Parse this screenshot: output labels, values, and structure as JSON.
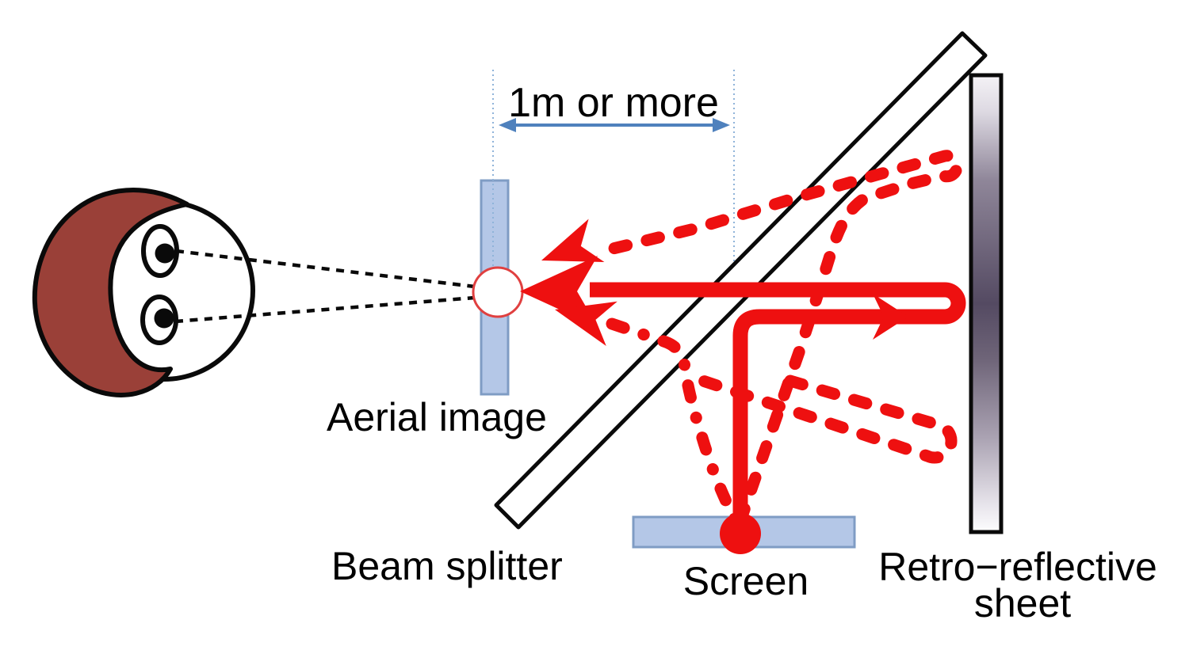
{
  "labels": {
    "dimension": "1m or more",
    "aerial_image": "Aerial image",
    "beam_splitter": "Beam splitter",
    "screen": "Screen",
    "retro_sheet_line1": "Retro−reflective",
    "retro_sheet_line2": "sheet"
  },
  "colors": {
    "ray_red": "#ee1010",
    "panel_fill_blue": "#b4c7e7",
    "panel_border_blue": "#7f9cc4",
    "dimension_blue": "#4f81bd",
    "guide_dotted_blue": "#8fb3d9",
    "hair_brown": "#9a4038",
    "outline_black": "#0a0a0a",
    "sheet_gradient_dark": "#544a62",
    "sheet_gradient_light": "#f4f2f6",
    "aerial_spot_ring_red": "#e04040"
  },
  "components": [
    "viewer-head",
    "sight-lines",
    "aerial-image-panel",
    "aerial-image-spot",
    "distance-dimension-arrow",
    "beam-splitter-plate",
    "screen-panel",
    "screen-source-dot",
    "retro-reflective-sheet",
    "solid-light-ray",
    "dashed-stray-rays"
  ]
}
